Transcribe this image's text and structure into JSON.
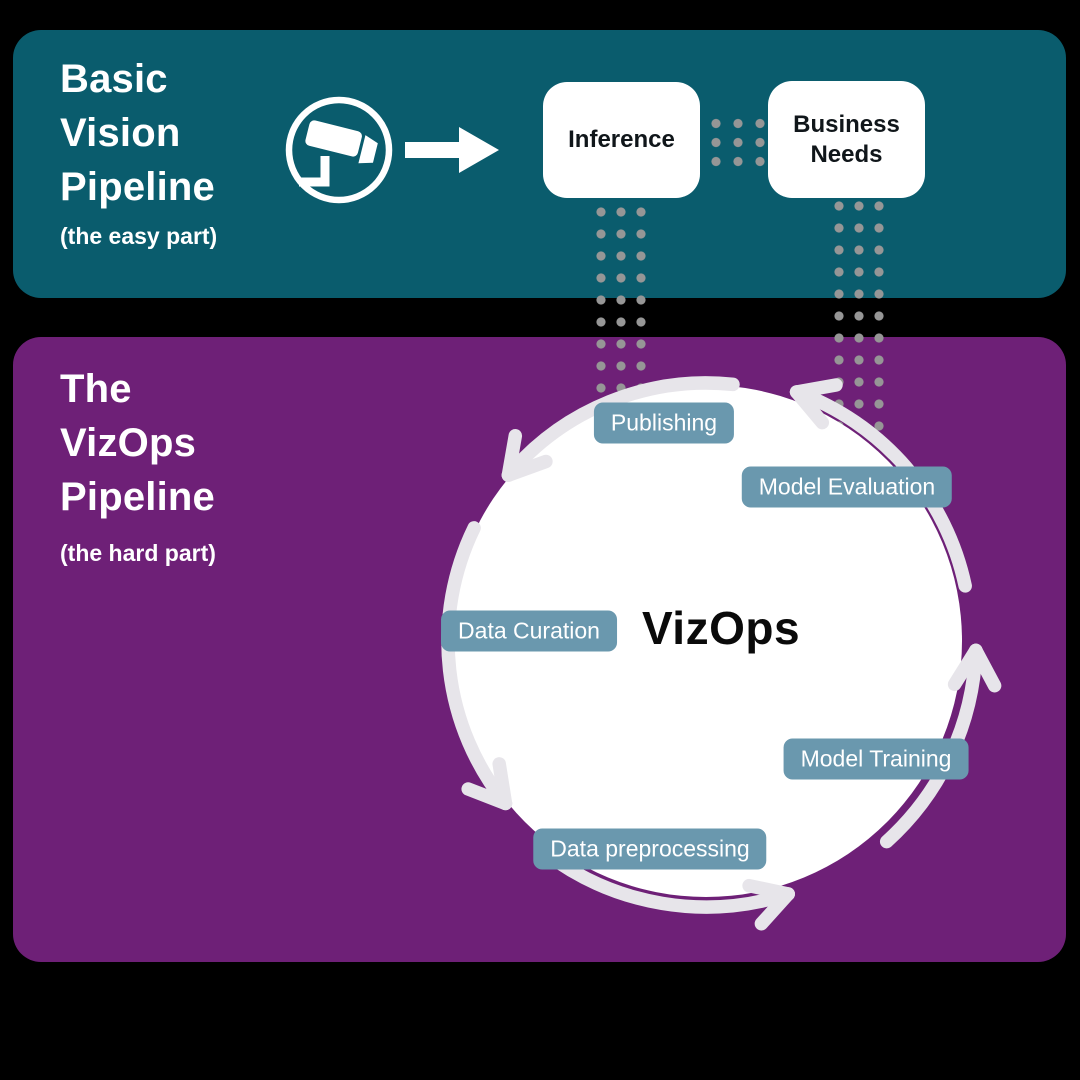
{
  "title": "VizOps pipeline infographic",
  "colors": {
    "background": "#000000",
    "teal_panel": "#0a5c6d",
    "purple_panel": "#6e2077",
    "pill": "#6a98ae",
    "dots": "#969696",
    "cycle_arrow": "#e7e5ea",
    "panel_text": "#ffffff",
    "node_text": "#10161a"
  },
  "basic_pipeline": {
    "title_lines": [
      "Basic",
      "Vision",
      "Pipeline"
    ],
    "subtitle": "(the easy part)",
    "camera_icon": "cctv-camera-icon",
    "flow_arrow_icon": "right-arrow-icon",
    "inference_label": "Inference",
    "business_label": "Business Needs"
  },
  "vizops_pipeline": {
    "title_lines": [
      "The",
      "VizOps",
      "Pipeline"
    ],
    "subtitle": "(the hard part)",
    "center_label": "VizOps",
    "steps": [
      {
        "label": "Publishing"
      },
      {
        "label": "Model Evaluation"
      },
      {
        "label": "Data Curation"
      },
      {
        "label": "Model Training"
      },
      {
        "label": "Data preprocessing"
      }
    ]
  }
}
